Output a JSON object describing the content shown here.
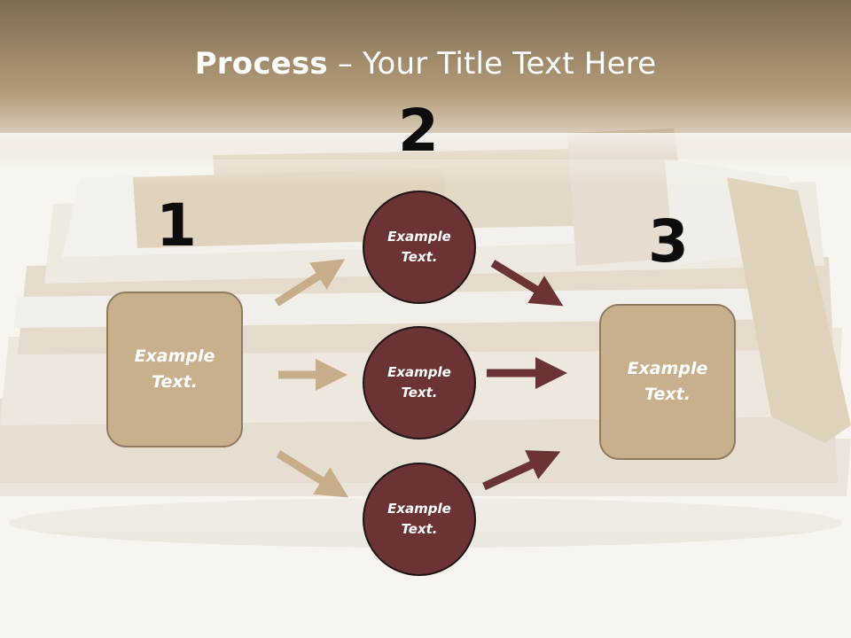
{
  "slide": {
    "title_bold": "Process",
    "title_rest": " – Your Title Text Here"
  },
  "steps": {
    "one": {
      "number": "1",
      "text_line1": "Example",
      "text_line2": "Text."
    },
    "two": {
      "number": "2"
    },
    "three": {
      "number": "3",
      "text_line1": "Example",
      "text_line2": "Text."
    }
  },
  "circles": [
    {
      "text_line1": "Example",
      "text_line2": "Text."
    },
    {
      "text_line1": "Example",
      "text_line2": "Text."
    },
    {
      "text_line1": "Example",
      "text_line2": "Text."
    }
  ],
  "colors": {
    "box_fill": "#c9b08c",
    "circle_fill": "#6b3333",
    "arrow_tan": "#c8ad8a",
    "arrow_dark": "#6b3333",
    "title_band": "#a89070"
  }
}
